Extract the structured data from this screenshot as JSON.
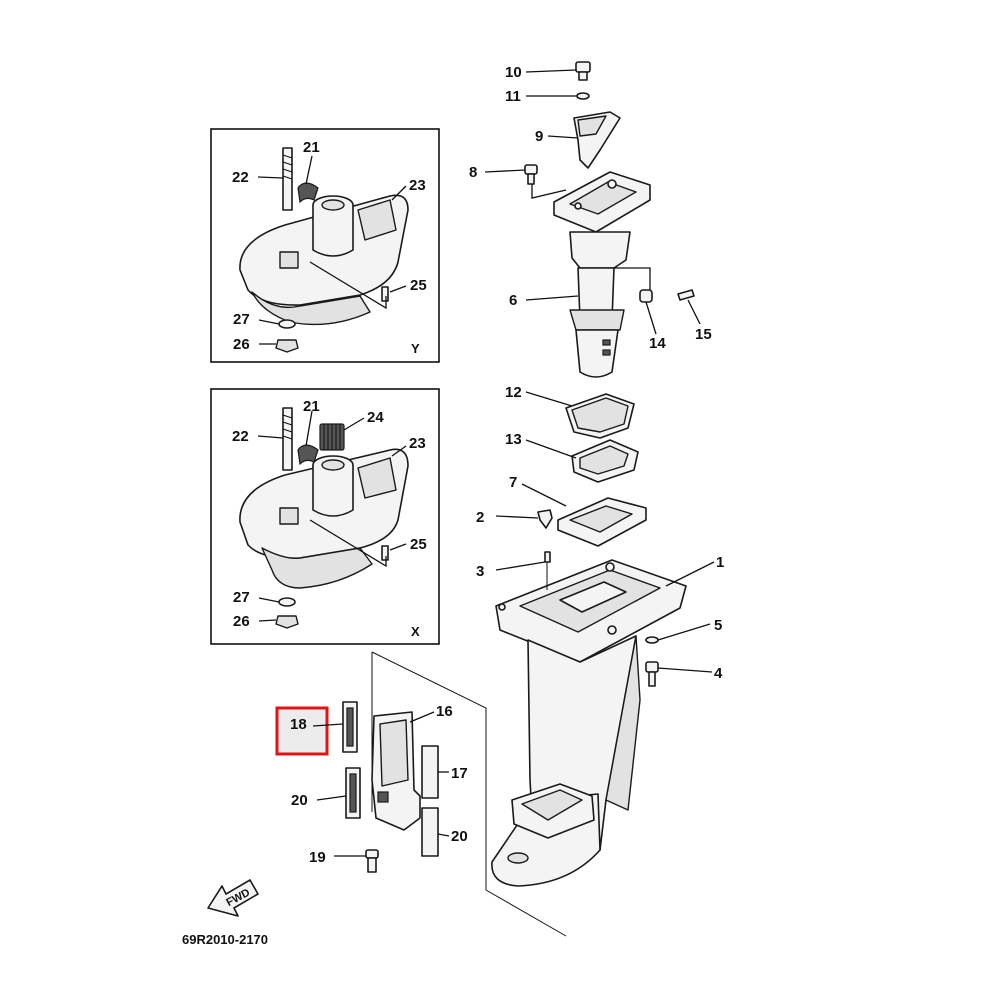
{
  "diagram": {
    "code": "69R2010-2170",
    "fwd_label": "FWD",
    "highlight_color": "#e01414",
    "highlighted_part": "18",
    "frames": {
      "y_label": "Y",
      "x_label": "X"
    },
    "callouts": {
      "c1": "1",
      "c2": "2",
      "c3": "3",
      "c4": "4",
      "c5": "5",
      "c6": "6",
      "c7": "7",
      "c8": "8",
      "c9": "9",
      "c10": "10",
      "c11": "11",
      "c12": "12",
      "c13": "13",
      "c14": "14",
      "c15": "15",
      "c16": "16",
      "c17": "17",
      "c18": "18",
      "c19": "19",
      "c20a": "20",
      "c20b": "20",
      "y21": "21",
      "y22": "22",
      "y23": "23",
      "y25": "25",
      "y26": "26",
      "y27": "27",
      "x21": "21",
      "x22": "22",
      "x23": "23",
      "x24": "24",
      "x25": "25",
      "x26": "26",
      "x27": "27"
    }
  }
}
